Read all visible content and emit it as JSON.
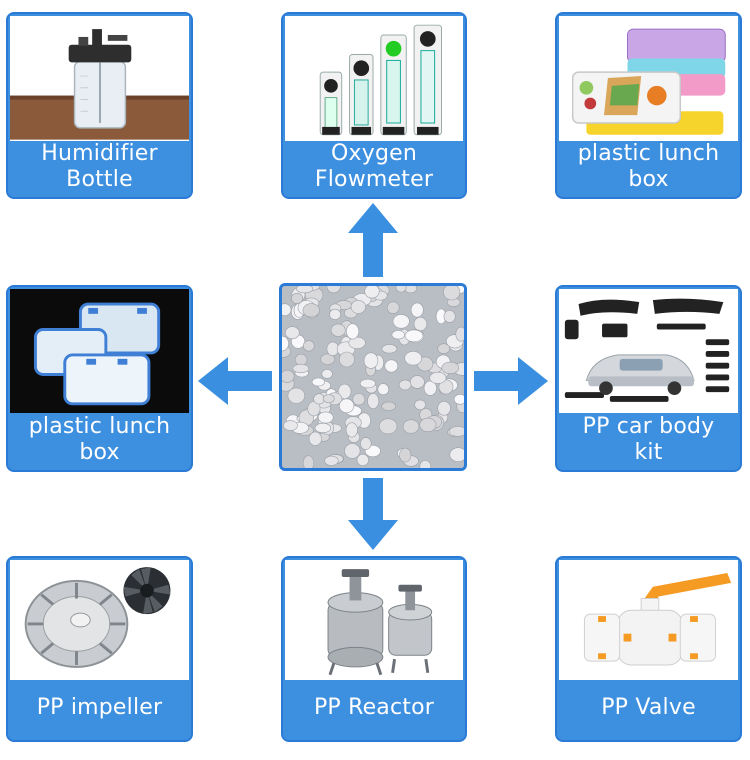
{
  "center": {
    "icon": "pp-granules-image"
  },
  "cards": [
    {
      "id": "humidifier",
      "label": "Humidifier\nBottle",
      "icon": "humidifier-bottle-image"
    },
    {
      "id": "flowmeter",
      "label": "Oxygen\nFlowmeter",
      "icon": "oxygen-flowmeter-image"
    },
    {
      "id": "lunchbox-top",
      "label": "plastic lunch\nbox",
      "icon": "lunch-box-image"
    },
    {
      "id": "lunchbox-left",
      "label": "plastic lunch\nbox",
      "icon": "clear-containers-image"
    },
    {
      "id": "carbody",
      "label": "PP car body\nkit",
      "icon": "car-body-kit-image"
    },
    {
      "id": "impeller",
      "label": "PP impeller",
      "icon": "impeller-image"
    },
    {
      "id": "reactor",
      "label": "PP Reactor",
      "icon": "reactor-image"
    },
    {
      "id": "valve",
      "label": "PP Valve",
      "icon": "valve-image"
    }
  ],
  "colors": {
    "card": "#3d8fe0",
    "card_border": "#2b7bd6",
    "arrow": "#3b8fe0",
    "label_text": "#ffffff"
  }
}
